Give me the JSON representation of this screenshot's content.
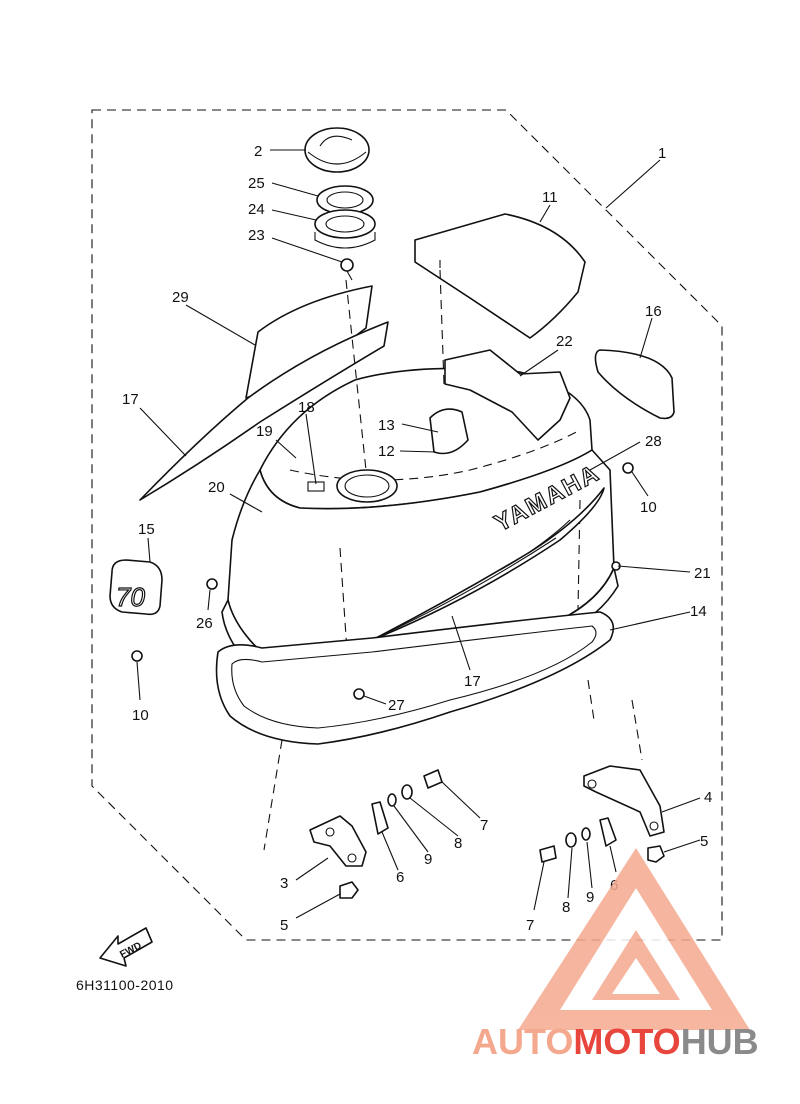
{
  "diagram": {
    "caption": "6H31100-2010",
    "fwd_label": "FWD",
    "brand_text": "YAMAHA",
    "decal_number": "70",
    "callouts": [
      {
        "id": "c1",
        "text": "1"
      },
      {
        "id": "c2",
        "text": "2"
      },
      {
        "id": "c25",
        "text": "25"
      },
      {
        "id": "c24",
        "text": "24"
      },
      {
        "id": "c23",
        "text": "23"
      },
      {
        "id": "c11",
        "text": "11"
      },
      {
        "id": "c29",
        "text": "29"
      },
      {
        "id": "c16",
        "text": "16"
      },
      {
        "id": "c22",
        "text": "22"
      },
      {
        "id": "c17a",
        "text": "17"
      },
      {
        "id": "c18",
        "text": "18"
      },
      {
        "id": "c19",
        "text": "19"
      },
      {
        "id": "c13",
        "text": "13"
      },
      {
        "id": "c12",
        "text": "12"
      },
      {
        "id": "c28",
        "text": "28"
      },
      {
        "id": "c20",
        "text": "20"
      },
      {
        "id": "c10a",
        "text": "10"
      },
      {
        "id": "c15",
        "text": "15"
      },
      {
        "id": "c21",
        "text": "21"
      },
      {
        "id": "c26",
        "text": "26"
      },
      {
        "id": "c14",
        "text": "14"
      },
      {
        "id": "c17b",
        "text": "17"
      },
      {
        "id": "c10b",
        "text": "10"
      },
      {
        "id": "c27",
        "text": "27"
      },
      {
        "id": "c4",
        "text": "4"
      },
      {
        "id": "c7a",
        "text": "7"
      },
      {
        "id": "c8a",
        "text": "8"
      },
      {
        "id": "c9a",
        "text": "9"
      },
      {
        "id": "c6a",
        "text": "6"
      },
      {
        "id": "c5a",
        "text": "5"
      },
      {
        "id": "c3",
        "text": "3"
      },
      {
        "id": "c5b",
        "text": "5"
      },
      {
        "id": "c7b",
        "text": "7"
      },
      {
        "id": "c8b",
        "text": "8"
      },
      {
        "id": "c9b",
        "text": "9"
      },
      {
        "id": "c6b",
        "text": "6"
      }
    ]
  },
  "watermark": {
    "part1": "AUTO",
    "part2": "MOTO",
    "part3": "HUB",
    "color_light": "#f4a98f",
    "color_red": "#e8453c",
    "color_gray": "#8a8a8a"
  }
}
